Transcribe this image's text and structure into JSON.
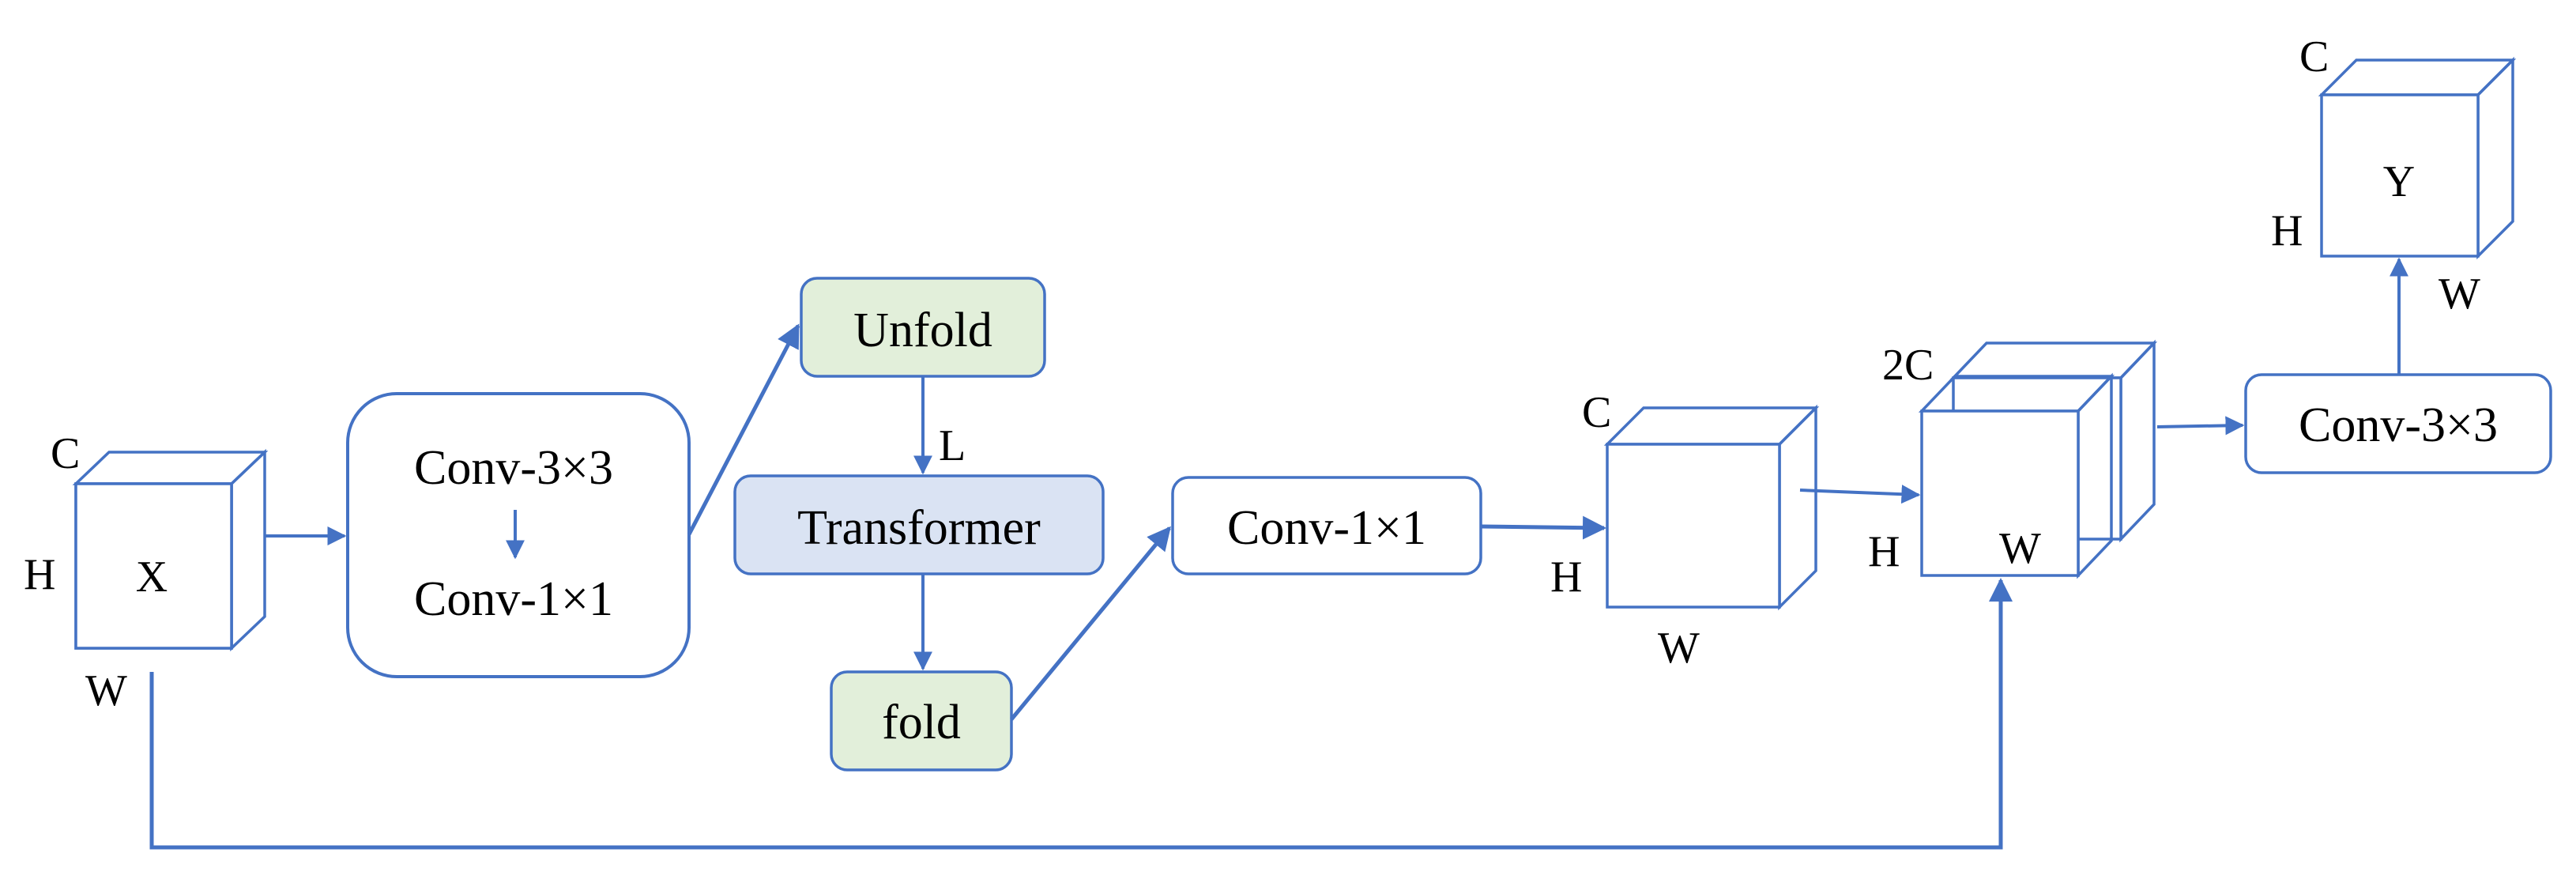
{
  "colors": {
    "line": "#4472c4",
    "green_fill": "#e2efda",
    "blue_fill": "#dae3f3",
    "white_fill": "#ffffff"
  },
  "input_tensor": {
    "label": "X",
    "dim_c": "C",
    "dim_h": "H",
    "dim_w": "W"
  },
  "conv_block": {
    "top": "Conv-3×3",
    "bottom": "Conv-1×1"
  },
  "unfold": "Unfold",
  "unfold_edge_label": "L",
  "transformer": "Transformer",
  "fold": "fold",
  "conv_after_fold": "Conv-1×1",
  "mid_tensor": {
    "dim_c": "C",
    "dim_h": "H",
    "dim_w": "W"
  },
  "concat_tensor": {
    "dim_c": "2C",
    "dim_h": "H",
    "dim_w": "W"
  },
  "final_conv": "Conv-3×3",
  "output_tensor": {
    "label": "Y",
    "dim_c": "C",
    "dim_h": "H",
    "dim_w": "W"
  }
}
